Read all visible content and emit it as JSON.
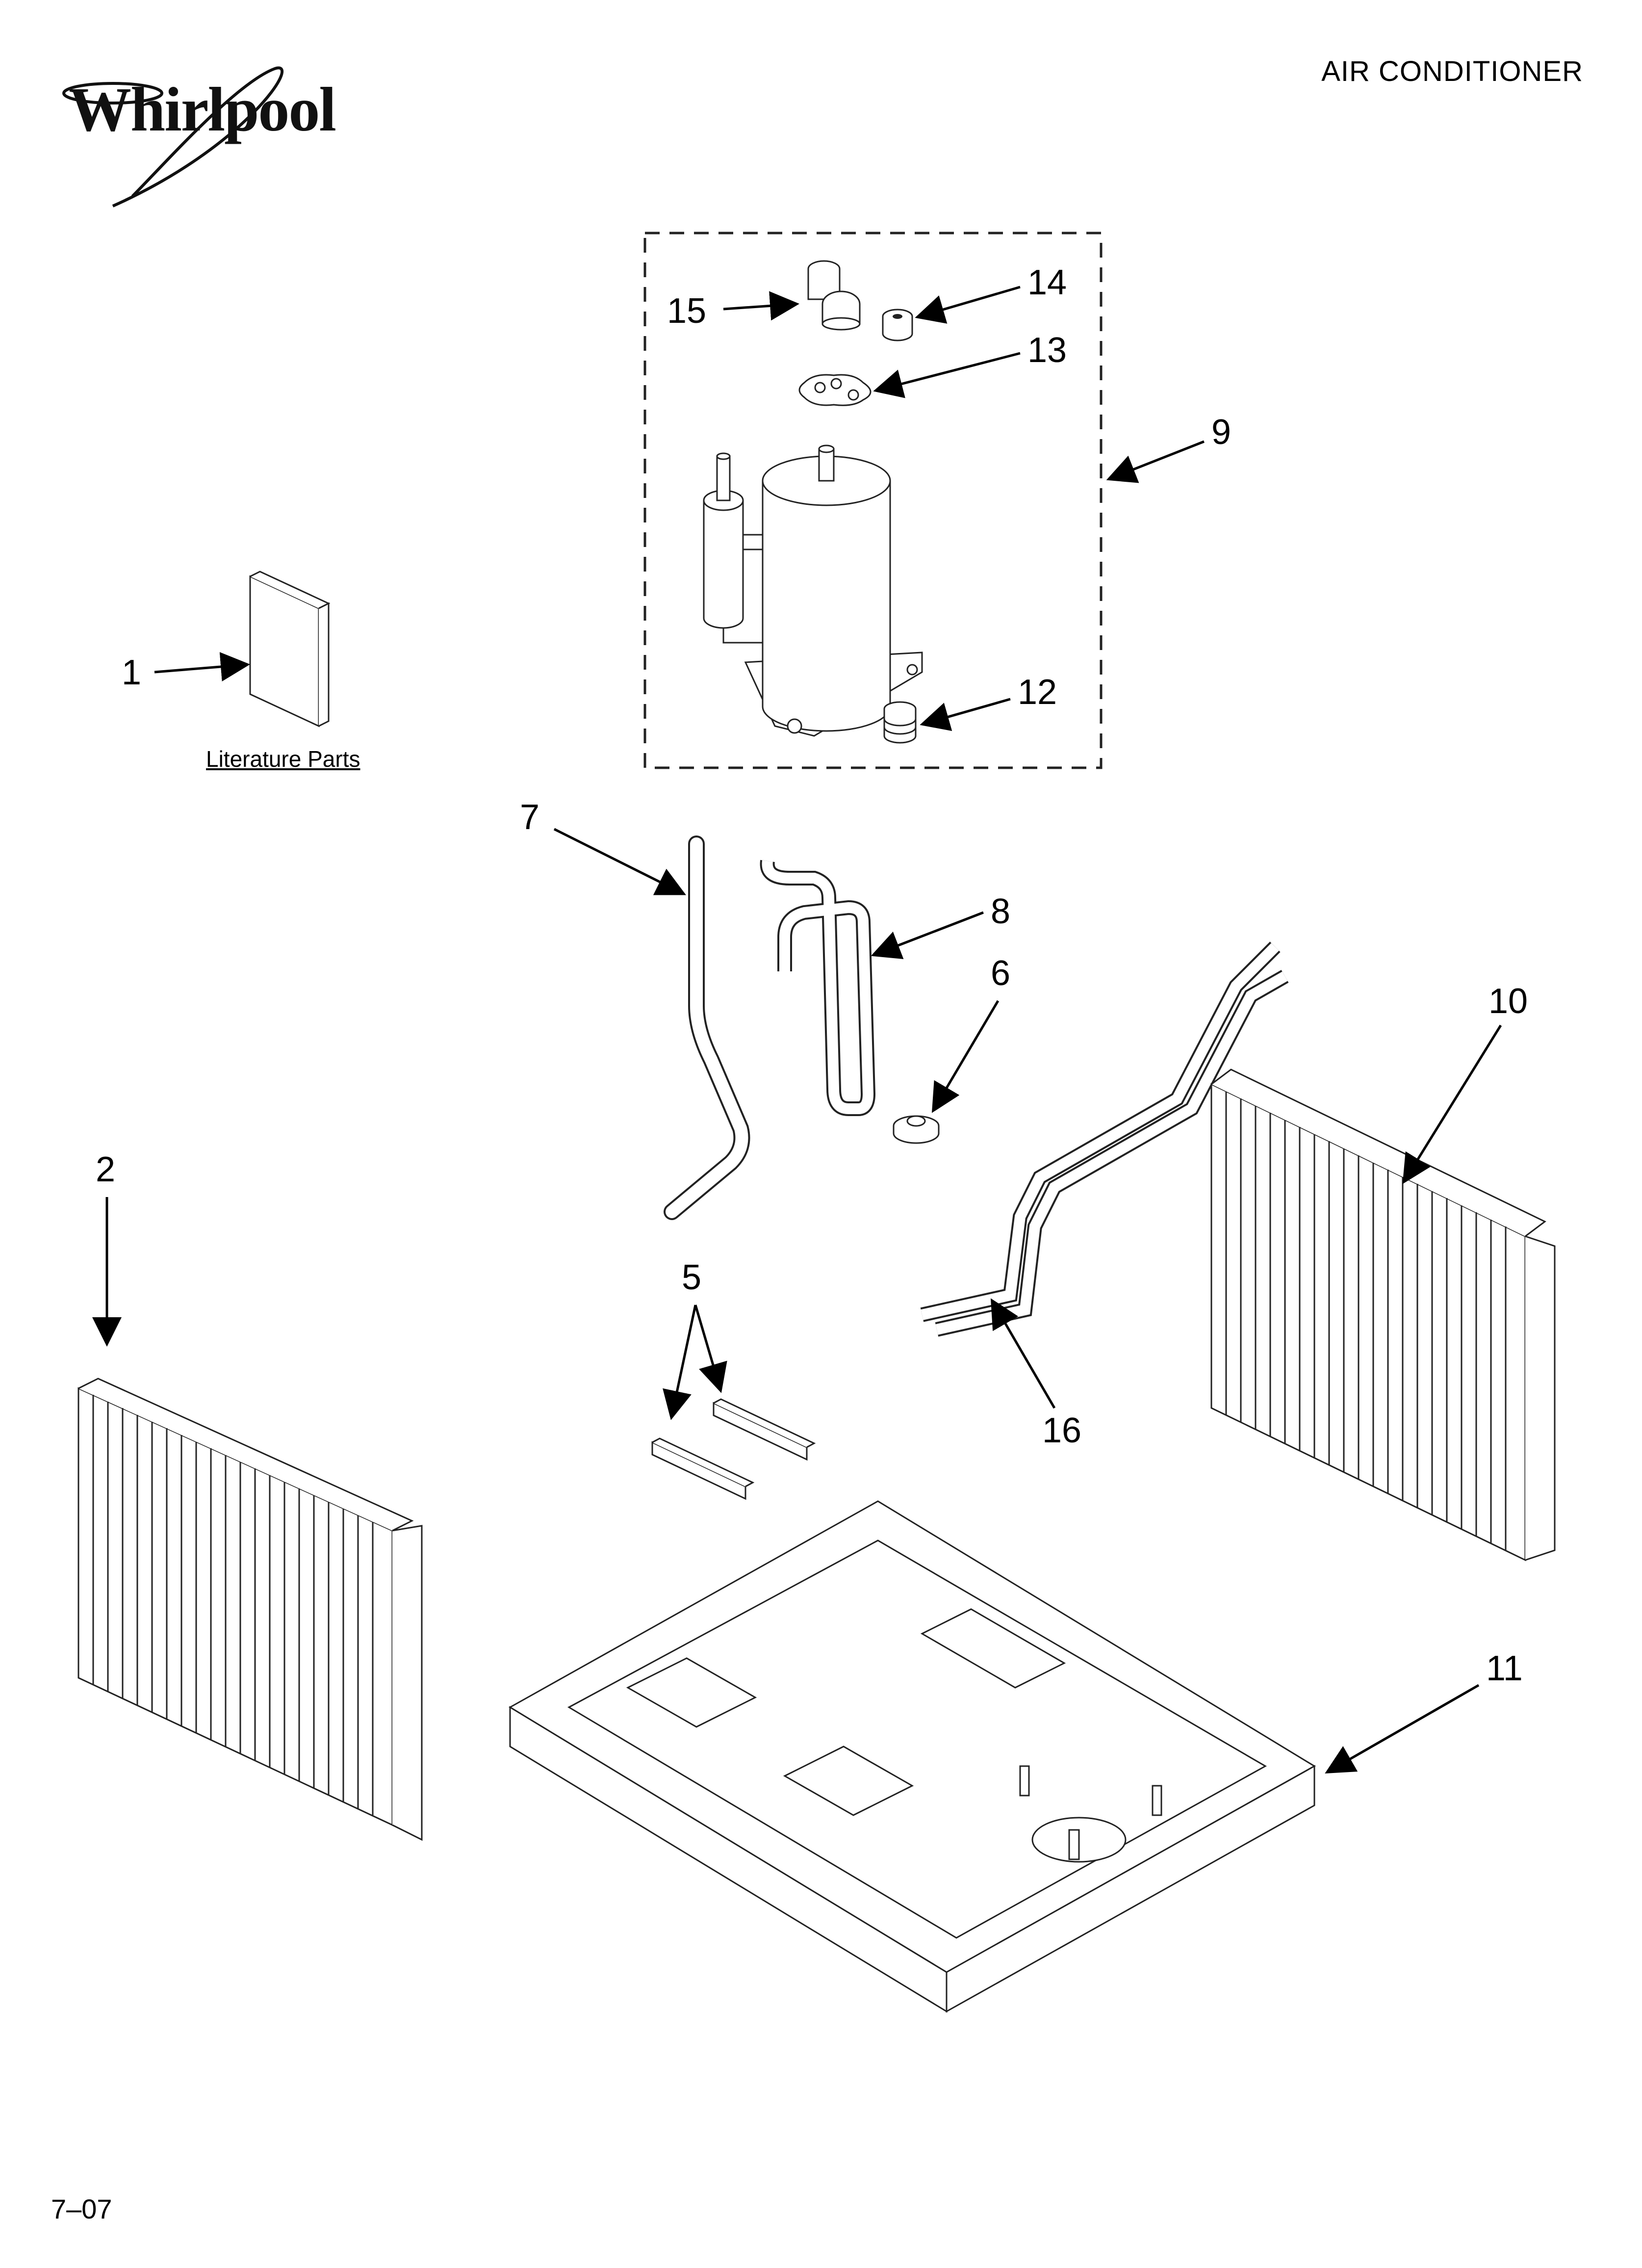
{
  "header": {
    "title": "AIR CONDITIONER"
  },
  "brand": {
    "name": "Whirlpool"
  },
  "footer": {
    "code": "7–07"
  },
  "literature": {
    "label": "Literature Parts"
  },
  "callouts": [
    "1",
    "2",
    "5",
    "6",
    "7",
    "8",
    "9",
    "10",
    "11",
    "12",
    "13",
    "14",
    "15",
    "16"
  ]
}
